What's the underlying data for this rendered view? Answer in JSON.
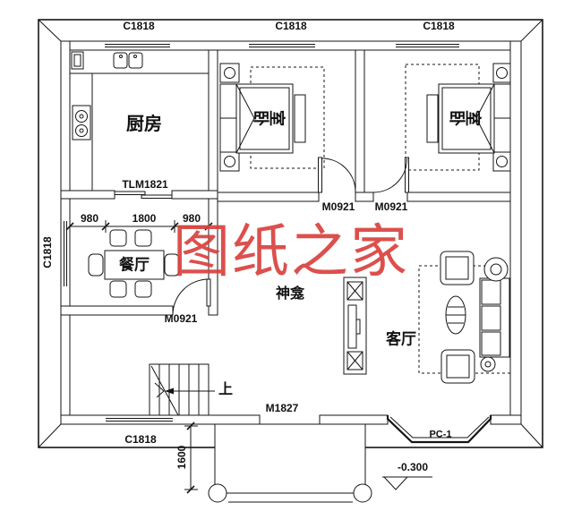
{
  "watermark": {
    "text": "图纸之家",
    "color": "#d9423e"
  },
  "rooms": {
    "kitchen": "厨房",
    "bedroom1": "卧室",
    "bedroom2": "卧室",
    "dining": "餐厅",
    "living": "客厅",
    "shrine": "神龛",
    "stairs_up": "上"
  },
  "openings": {
    "window_top_kitchen": "C1818",
    "window_top_bedroom1": "C1818",
    "window_top_bedroom2": "C1818",
    "window_left": "C1818",
    "window_bottom": "C1818",
    "bay_window": "PC-1",
    "kitchen_sliding_door": "TLM1821",
    "bedroom1_door": "M0921",
    "bedroom2_door": "M0921",
    "dining_door": "M0921",
    "entry_door": "M1827"
  },
  "dimensions": {
    "dining_left": "980",
    "dining_mid": "1800",
    "dining_right": "980",
    "porch_depth": "1600",
    "entry_level": "-0.300"
  }
}
